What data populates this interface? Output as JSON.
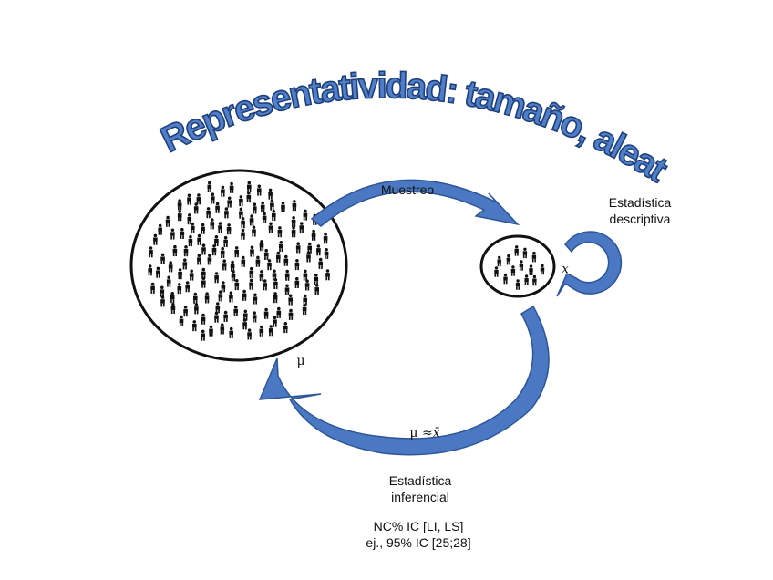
{
  "arc_title": "Representatividad: tamaño, aleatoria, estratificada",
  "labels": {
    "muestreo": "Muestreo",
    "descriptiva_1": "Estadística",
    "descriptiva_2": "descriptiva",
    "mu": "μ",
    "xbar": "x̄",
    "mu_approx": "μ ≈",
    "mu_approx_xbar": "x̄",
    "inferencial_1": "Estadística",
    "inferencial_2": "inferencial",
    "ic_line_1": "NC% IC [LI, LS]",
    "ic_line_2": "ej., 95% IC [25;28]"
  },
  "colors": {
    "arrow_fill": "#4a78c3",
    "arrow_stroke": "#2e5597",
    "title_fill": "#4f7fc9",
    "title_stroke": "#1f3f7a",
    "ink": "#111111"
  },
  "icons": {
    "population": "person-icon",
    "sample": "person-icon"
  }
}
